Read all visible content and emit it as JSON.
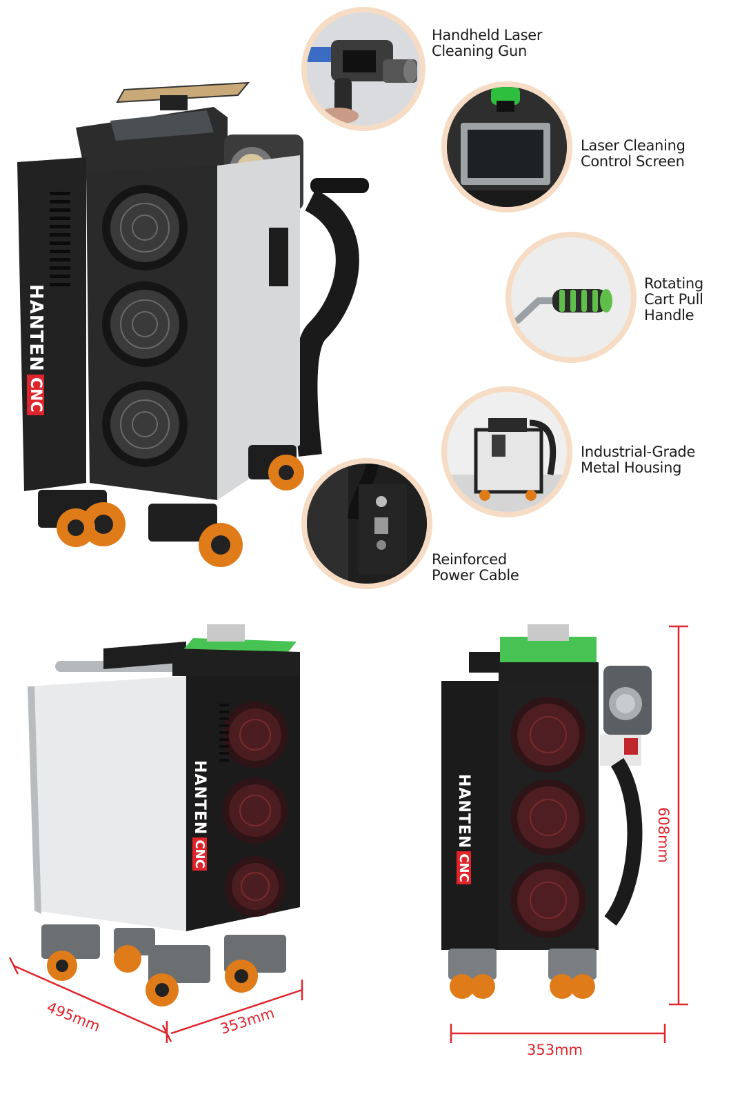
{
  "brand": {
    "name": "HANTEN",
    "suffix": "CNC",
    "accent": "#e0242c"
  },
  "features": [
    {
      "label": "Handheld Laser\nCleaning Gun",
      "icon": "laser-gun-icon"
    },
    {
      "label": "Laser Cleaning\nControl Screen",
      "icon": "control-screen-icon"
    },
    {
      "label": "Rotating\nCart Pull\nHandle",
      "icon": "pull-handle-icon"
    },
    {
      "label": "Industrial-Grade\nMetal Housing",
      "icon": "metal-housing-icon"
    },
    {
      "label": "Reinforced\nPower Cable",
      "icon": "power-cable-icon"
    }
  ],
  "dimensions": {
    "length": "495mm",
    "width": "353mm",
    "front_width": "353mm",
    "height": "608mm"
  },
  "colors": {
    "highlight_ring": "#f6dcc4",
    "wheel": "#e07b1a",
    "cover": "#3fc24a",
    "dimension": "#e0242c"
  }
}
